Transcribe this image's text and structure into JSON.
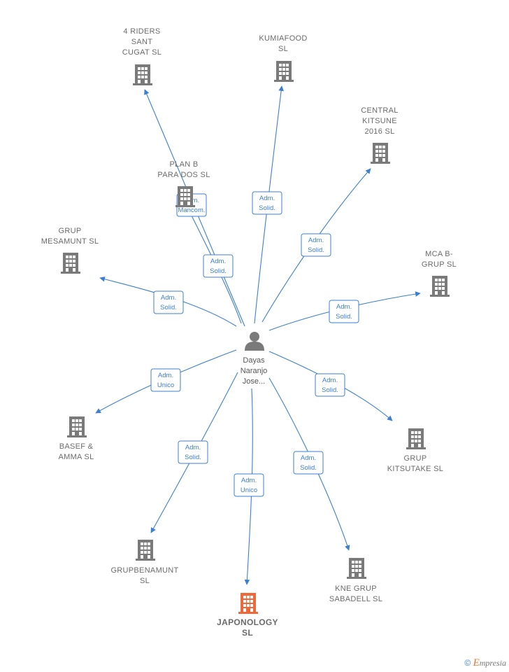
{
  "center": {
    "name_lines": [
      "Dayas",
      "Naranjo",
      "Jose..."
    ],
    "icon": "person-icon"
  },
  "companies": [
    {
      "id": "4riders",
      "lines": [
        "4 RIDERS",
        "SANT",
        "CUGAT  SL"
      ],
      "color": "#7a7a7a"
    },
    {
      "id": "kumiafood",
      "lines": [
        "KUMIAFOOD",
        "SL"
      ],
      "color": "#7a7a7a"
    },
    {
      "id": "central",
      "lines": [
        "CENTRAL",
        "KITSUNE",
        "2016  SL"
      ],
      "color": "#7a7a7a"
    },
    {
      "id": "planb",
      "lines": [
        "PLAN B",
        "PARA DOS  SL"
      ],
      "color": "#7a7a7a"
    },
    {
      "id": "mesamunt",
      "lines": [
        "GRUP",
        "MESAMUNT  SL"
      ],
      "color": "#7a7a7a"
    },
    {
      "id": "mcab",
      "lines": [
        "MCA B-",
        "GRUP  SL"
      ],
      "color": "#7a7a7a"
    },
    {
      "id": "basef",
      "lines": [
        "BASEF &",
        "AMMA  SL"
      ],
      "color": "#7a7a7a"
    },
    {
      "id": "kitsutake",
      "lines": [
        "GRUP",
        "KITSUTAKE  SL"
      ],
      "color": "#7a7a7a"
    },
    {
      "id": "benamunt",
      "lines": [
        "GRUPBENAMUNT",
        "SL"
      ],
      "color": "#7a7a7a"
    },
    {
      "id": "japonology",
      "lines": [
        "JAPONOLOGY",
        "SL"
      ],
      "color": "#f0683a",
      "highlight": true
    },
    {
      "id": "kne",
      "lines": [
        "KNE GRUP",
        "SABADELL  SL"
      ],
      "color": "#7a7a7a"
    }
  ],
  "relations": [
    {
      "target": "4riders",
      "lines": [
        "Adm.",
        "Solid."
      ]
    },
    {
      "target": "kumiafood",
      "lines": [
        "Adm.",
        "Solid."
      ]
    },
    {
      "target": "central",
      "lines": [
        "Adm.",
        "Solid."
      ]
    },
    {
      "target": "planb",
      "lines": [
        "Adm.",
        "Mancom."
      ]
    },
    {
      "target": "mesamunt",
      "lines": [
        "Adm.",
        "Solid."
      ]
    },
    {
      "target": "mcab",
      "lines": [
        "Adm.",
        "Solid."
      ]
    },
    {
      "target": "basef",
      "lines": [
        "Adm.",
        "Unico"
      ]
    },
    {
      "target": "kitsutake",
      "lines": [
        "Adm.",
        "Solid."
      ]
    },
    {
      "target": "benamunt",
      "lines": [
        "Adm.",
        "Solid."
      ]
    },
    {
      "target": "japonology",
      "lines": [
        "Adm.",
        "Unico"
      ]
    },
    {
      "target": "kne",
      "lines": [
        "Adm.",
        "Solid."
      ]
    }
  ],
  "colors": {
    "edge": "#3d7fcf",
    "building": "#7a7a7a",
    "highlight": "#f0683a"
  },
  "footer": {
    "copyright": "©",
    "brand_initial": "E",
    "brand_rest": "mpresia"
  }
}
